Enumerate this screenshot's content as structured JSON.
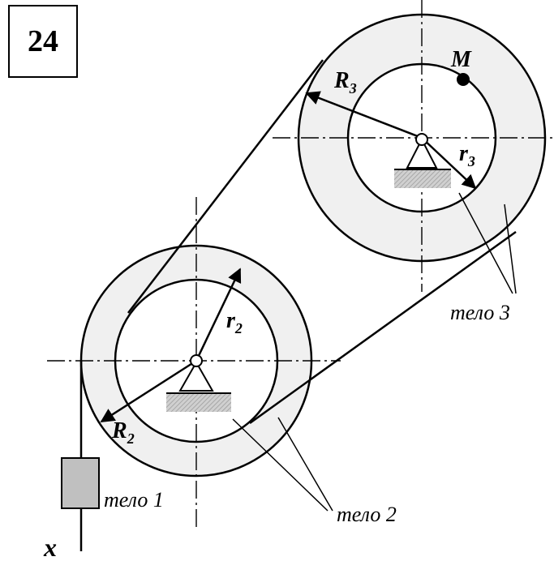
{
  "problem_number": "24",
  "labels": {
    "M": "M",
    "R3": "R",
    "R3_sub": "3",
    "r3": "r",
    "r3_sub": "3",
    "R2": "R",
    "R2_sub": "2",
    "r2": "r",
    "r2_sub": "2",
    "body1": "тело 1",
    "body2": "тело 2",
    "body3": "тело 3",
    "x": "x"
  },
  "colors": {
    "disk_fill": "#f0f0f0",
    "support_hatch": "#bdbdbd",
    "weight_fill": "#c0c0c0",
    "line": "#000000"
  }
}
